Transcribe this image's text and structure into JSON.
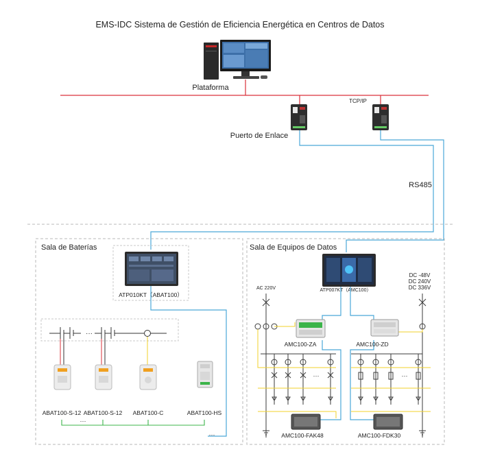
{
  "title": "EMS-IDC Sistema de Gestión de Eficiencia Energética en Centros de Datos",
  "platform": {
    "label": "Plataforma"
  },
  "network": {
    "protocol": "TCP/IP",
    "bus": "RS485"
  },
  "gateway": {
    "label": "Puerto de Enlace"
  },
  "battery_room": {
    "title": "Sala de Baterías",
    "screen_label": "ATP010KT（ABAT100）",
    "ellipsis": "···",
    "sensors": [
      {
        "label": "ABAT100-S-12"
      },
      {
        "label": "ABAT100-S-12"
      },
      {
        "label": "ABAT100-C"
      },
      {
        "label": "ABAT100-HS"
      }
    ]
  },
  "equipment_room": {
    "title": "Sala de Equipos de Datos",
    "screen_label": "ATP007KT（AMC100）",
    "ac_label": "AC 220V",
    "dc_labels": [
      "DC -48V",
      "DC 240V",
      "DC 336V"
    ],
    "meters": {
      "za": "AMC100-ZA",
      "zd": "AMC100-ZD",
      "fak48": "AMC100-FAK48",
      "fdk30": "AMC100-FDK30"
    },
    "ellipsis": "···"
  },
  "colors": {
    "ethernet": "#d9303a",
    "rs485": "#4aa8d8",
    "power": "#3a3a3a",
    "yellow": "#f2d22a",
    "green": "#3cb44a",
    "dashed": "#b8b8b8"
  }
}
